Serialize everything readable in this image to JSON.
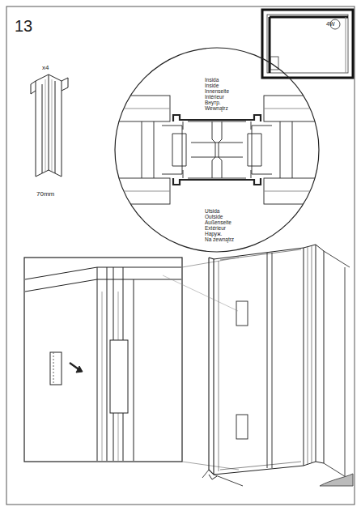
{
  "diagram": {
    "labels": [
      "13",
      "4W",
      "x4",
      "70mm",
      "Insida",
      "Inside",
      "Innenseite",
      "Intérieur",
      "Внутр.",
      "Wewnątrz",
      "Utsida",
      "Outside",
      "Außenseite",
      "Extérieur",
      "Наруж.",
      "Na zewnątrz"
    ]
  }
}
